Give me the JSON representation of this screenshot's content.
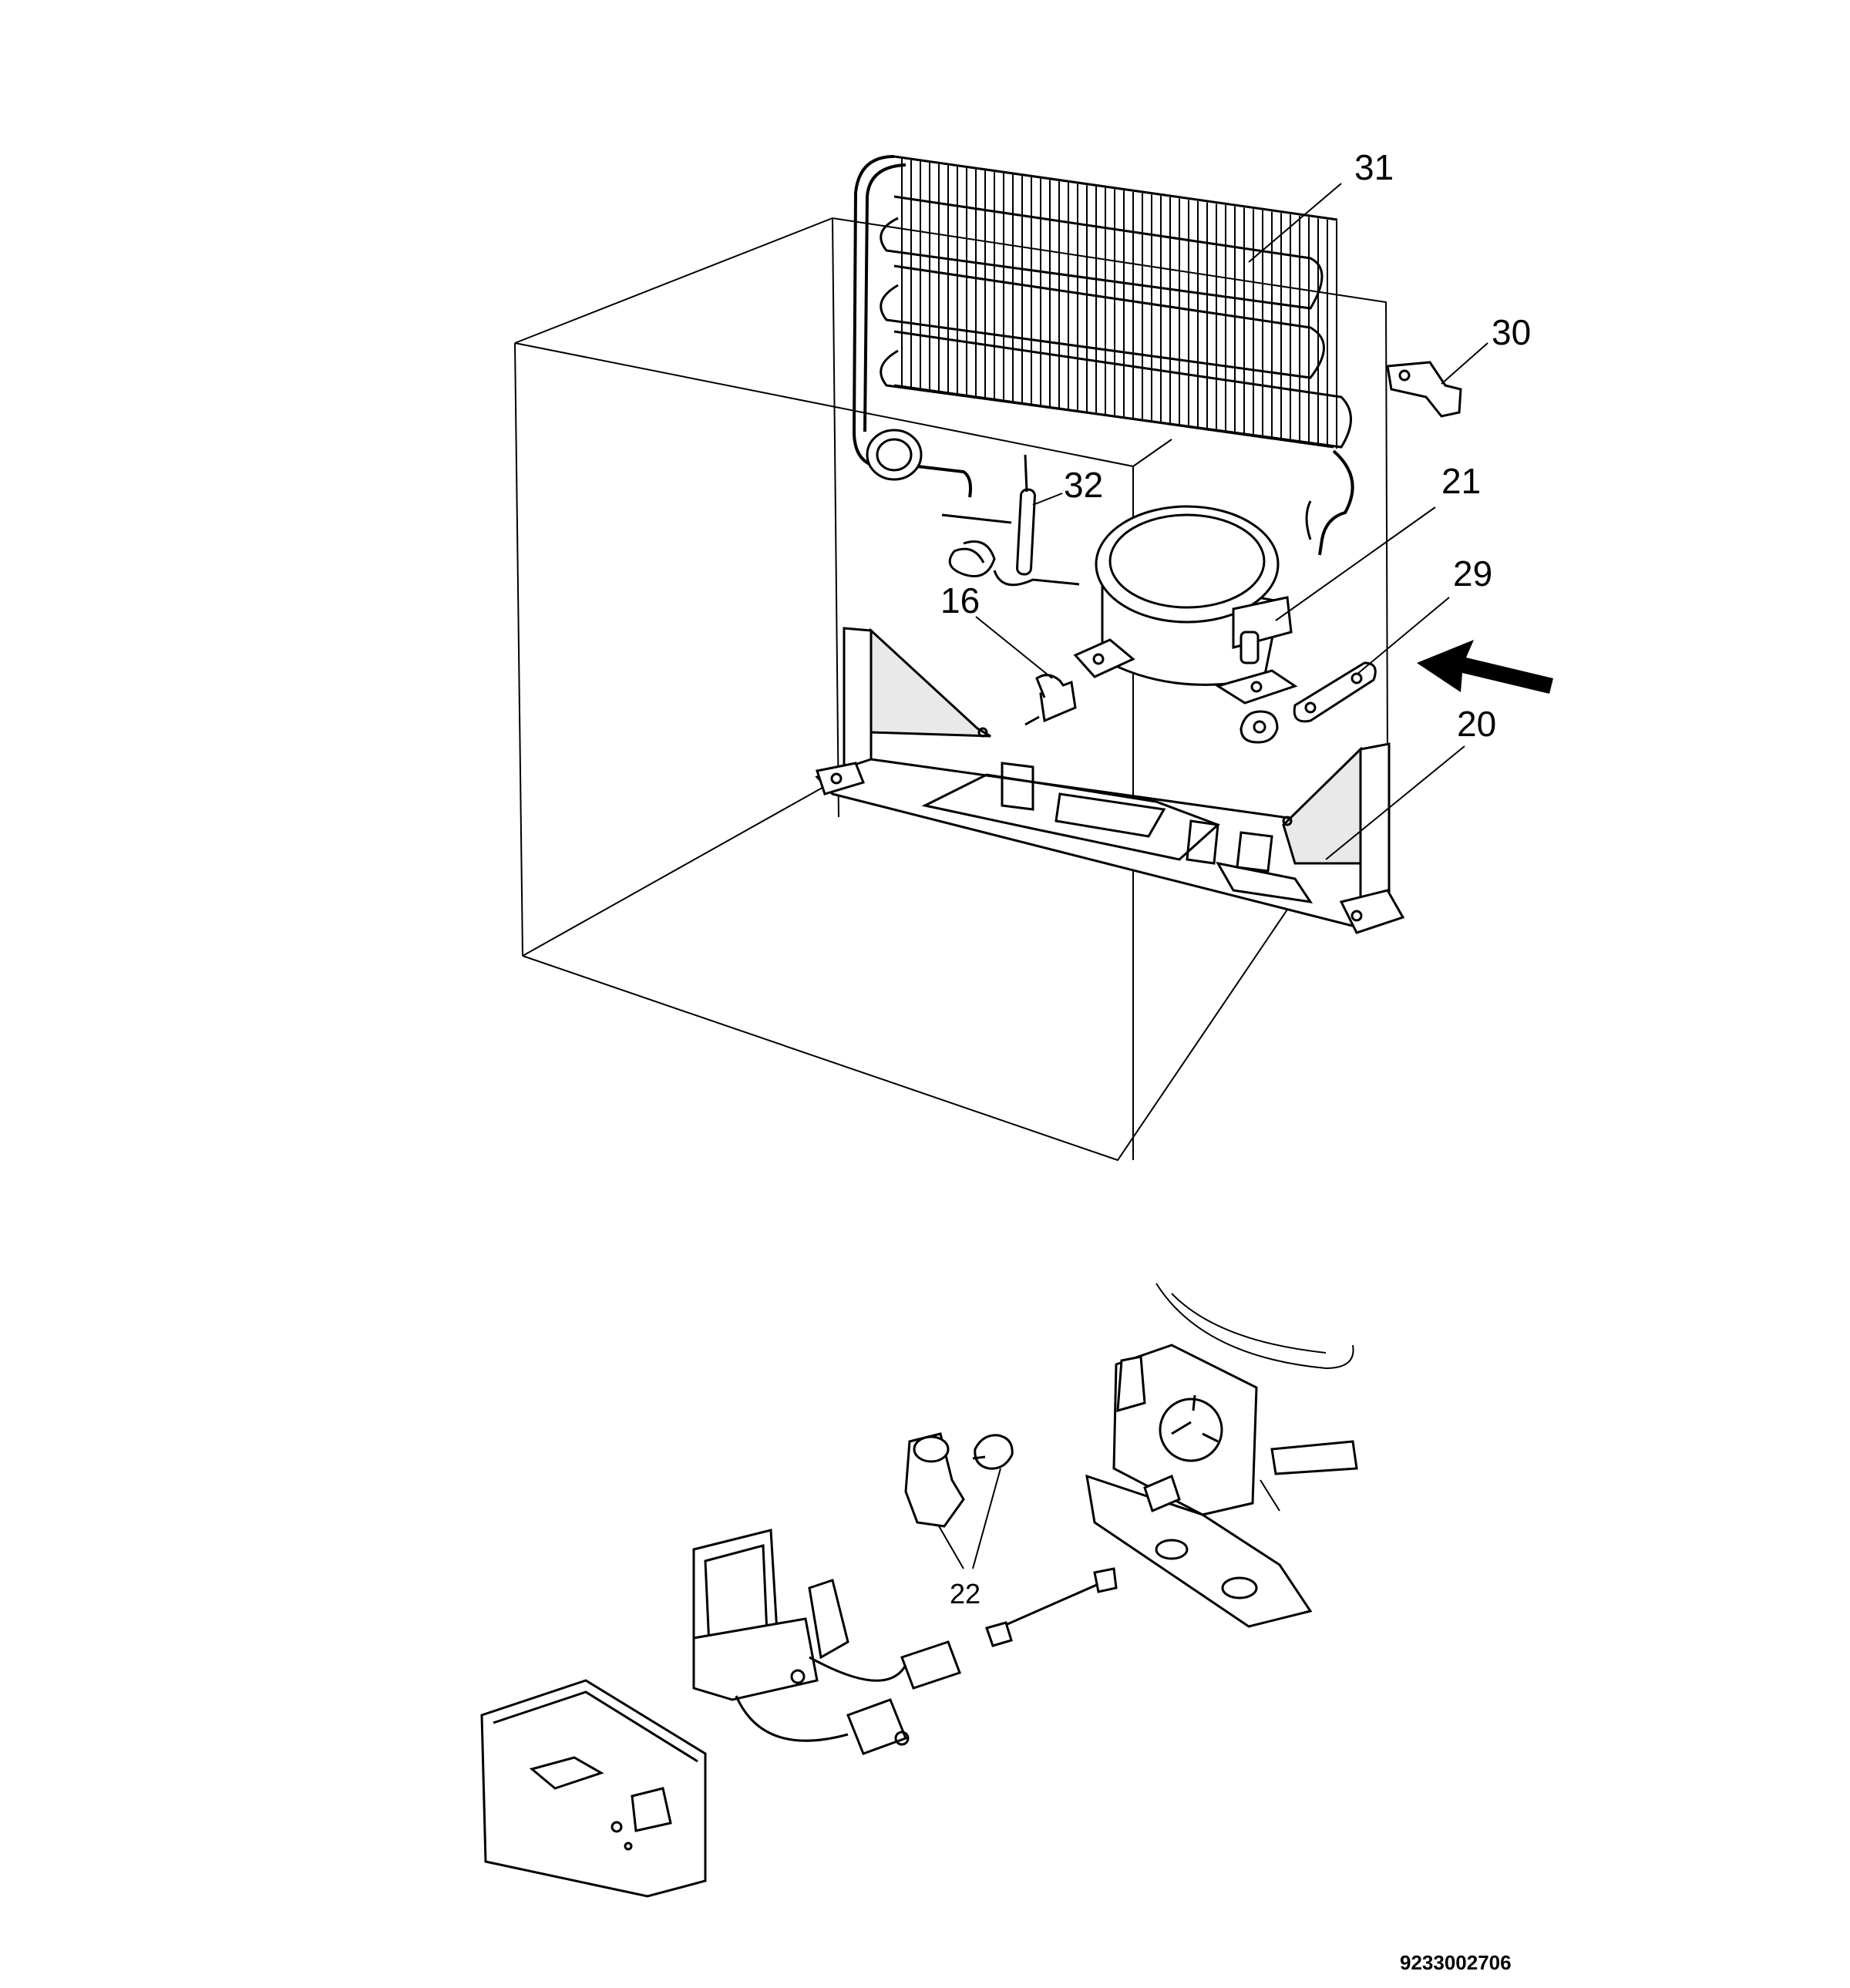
{
  "callouts": {
    "c31": "31",
    "c30": "30",
    "c32": "32",
    "c21": "21",
    "c29": "29",
    "c16": "16",
    "c20": "20",
    "c22": "22"
  },
  "document_number": "9233002706",
  "icons": {
    "arrow": "direction-arrow-icon"
  }
}
